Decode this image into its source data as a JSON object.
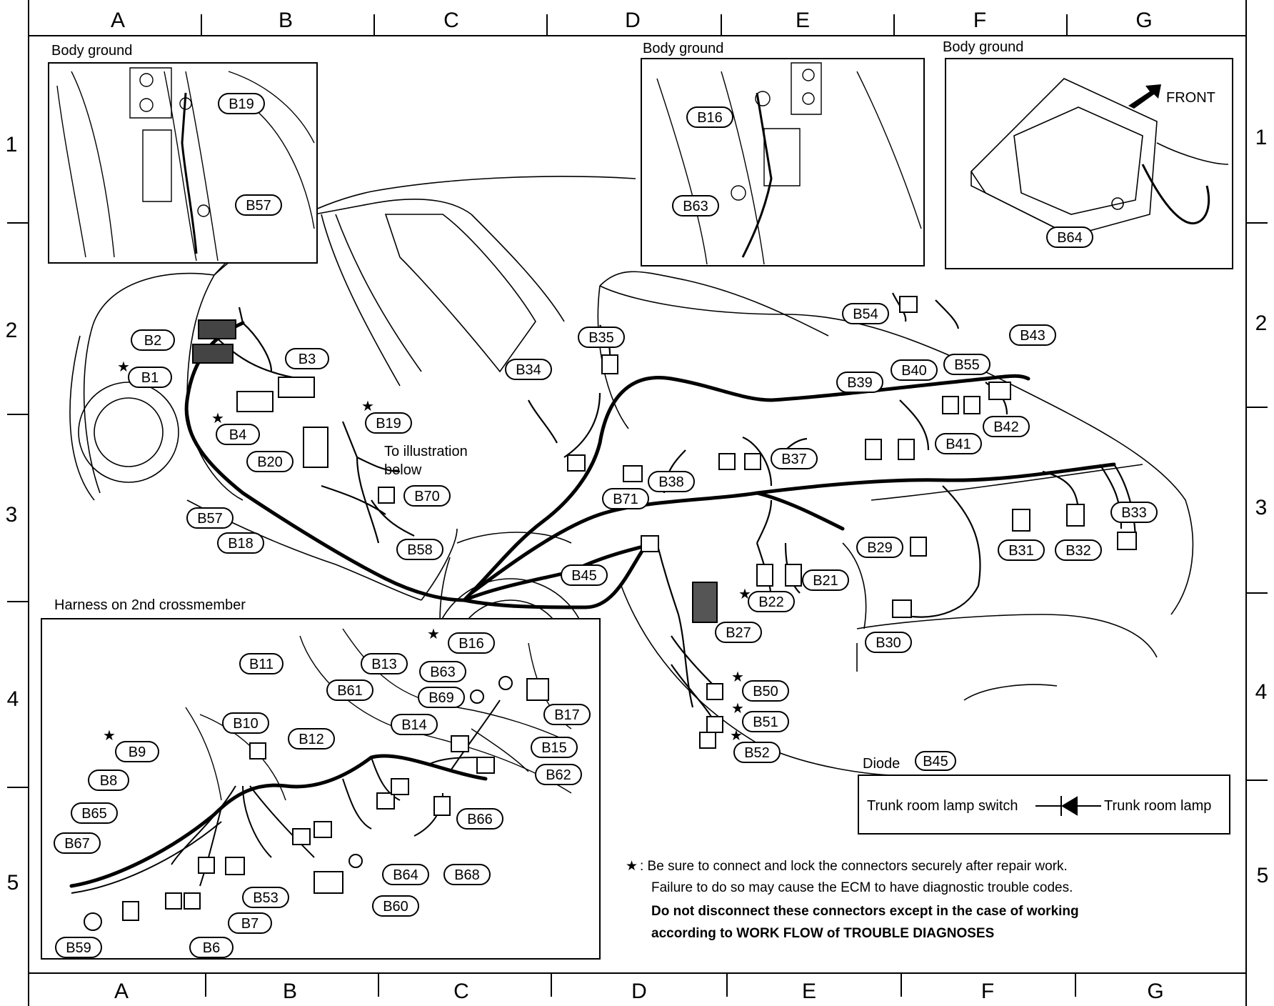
{
  "grid": {
    "columns": [
      "A",
      "B",
      "C",
      "D",
      "E",
      "F",
      "G"
    ],
    "rows": [
      "1",
      "2",
      "3",
      "4",
      "5"
    ]
  },
  "insets": {
    "body_ground_left": {
      "title": "Body ground",
      "labels": [
        "B19",
        "B57"
      ]
    },
    "body_ground_mid": {
      "title": "Body ground",
      "labels": [
        "B16",
        "B63"
      ]
    },
    "body_ground_right": {
      "title": "Body ground",
      "front_label": "FRONT",
      "labels": [
        "B64"
      ]
    },
    "crossmember": {
      "title": "Harness on 2nd crossmember",
      "labels": [
        "B11",
        "B13",
        "B16",
        "B63",
        "B61",
        "B69",
        "B10",
        "B12",
        "B14",
        "B17",
        "B9",
        "B15",
        "B62",
        "B8",
        "B66",
        "B65",
        "B67",
        "B64",
        "B68",
        "B53",
        "B60",
        "B7",
        "B59",
        "B6"
      ]
    }
  },
  "main": {
    "annotation": {
      "line1": "To illustration",
      "line2": "below"
    },
    "labels": [
      "B2",
      "B1",
      "B3",
      "B4",
      "B19",
      "B20",
      "B57",
      "B70",
      "B18",
      "B58",
      "B34",
      "B35",
      "B71",
      "B38",
      "B37",
      "B45",
      "B21",
      "B22",
      "B27",
      "B54",
      "B55",
      "B43",
      "B39",
      "B40",
      "B42",
      "B41",
      "B29",
      "B31",
      "B32",
      "B33",
      "B30",
      "B50",
      "B51",
      "B52"
    ]
  },
  "diode_box": {
    "title": "Diode",
    "connector": "B45",
    "left_text": "Trunk room lamp switch",
    "right_text": "Trunk room lamp"
  },
  "note": {
    "star": "★",
    "line1": ": Be sure to connect and lock the connectors securely after repair work.",
    "line2": "Failure to do so may cause the ECM to have diagnostic trouble codes.",
    "line3": "Do not disconnect these connectors except in the case of working",
    "line4": "according to WORK FLOW of TROUBLE DIAGNOSES"
  },
  "star": "★"
}
